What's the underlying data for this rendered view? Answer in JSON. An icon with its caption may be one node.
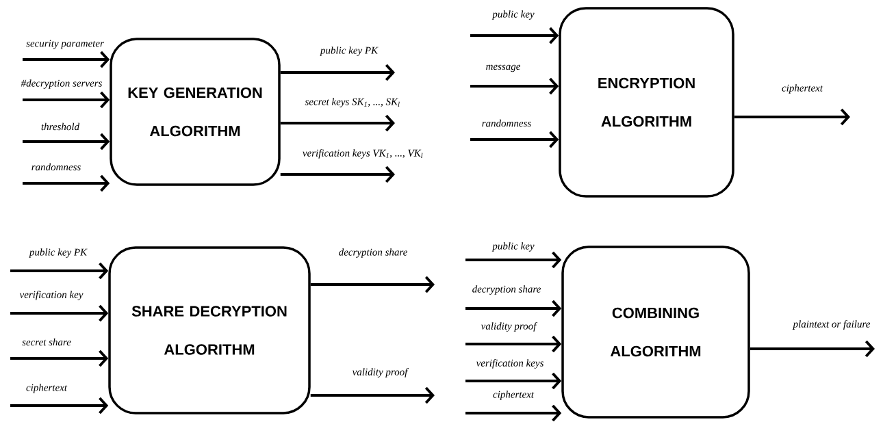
{
  "diagram": {
    "nodes": [
      {
        "text": [
          "KEY GENERATION ALGORITHM"
        ]
      },
      {
        "text": [
          "ENCRYPTION ALGORITHM"
        ]
      },
      {
        "text": [
          "SHARE DECRYPTION ALGORITHM"
        ]
      },
      {
        "text": [
          "COMBINING ALGORITHM"
        ]
      }
    ],
    "edges": [
      {
        "from": null,
        "to": 0,
        "arrow": "to",
        "label": "security parameter"
      },
      {
        "from": null,
        "to": 0,
        "arrow": "to",
        "label": "#decryption servers"
      },
      {
        "from": null,
        "to": 0,
        "arrow": "to",
        "label": "threshold"
      },
      {
        "from": null,
        "to": 0,
        "arrow": "to",
        "label": "randomness"
      },
      {
        "from": 0,
        "to": null,
        "arrow": "to",
        "label": "public key PK"
      },
      {
        "from": 0,
        "to": null,
        "arrow": "to",
        "label": "secret keys SK$_{1}$, ..., SK$_{l}$"
      },
      {
        "from": 0,
        "to": null,
        "arrow": "to",
        "label": "verification keys VK$_{1}$, ..., VK$_{l}$"
      },
      {
        "from": null,
        "to": 1,
        "arrow": "to",
        "label": "public key"
      },
      {
        "from": null,
        "to": 1,
        "arrow": "to",
        "label": "message"
      },
      {
        "from": null,
        "to": 1,
        "arrow": "to",
        "label": "randomness"
      },
      {
        "from": 1,
        "to": null,
        "arrow": "to",
        "label": "ciphertext"
      },
      {
        "from": null,
        "to": 2,
        "arrow": "to",
        "label": "public key PK"
      },
      {
        "from": null,
        "to": 2,
        "arrow": "to",
        "label": "verification key"
      },
      {
        "from": null,
        "to": 2,
        "arrow": "to",
        "label": "secret share"
      },
      {
        "from": null,
        "to": 2,
        "arrow": "to",
        "label": "ciphertext"
      },
      {
        "from": 2,
        "to": null,
        "arrow": "to",
        "label": "decryption share"
      },
      {
        "from": 2,
        "to": null,
        "arrow": "to",
        "label": "validity proof"
      },
      {
        "from": null,
        "to": 3,
        "arrow": "to",
        "label": "public key"
      },
      {
        "from": null,
        "to": 3,
        "arrow": "to",
        "label": "decryption share"
      },
      {
        "from": null,
        "to": 3,
        "arrow": "to",
        "label": "validity proof"
      },
      {
        "from": null,
        "to": 3,
        "arrow": "to",
        "label": "verification keys"
      },
      {
        "from": null,
        "to": 3,
        "arrow": "to",
        "label": "ciphertext"
      },
      {
        "from": 3,
        "to": null,
        "arrow": "to",
        "label": "plaintext or failure"
      }
    ]
  }
}
